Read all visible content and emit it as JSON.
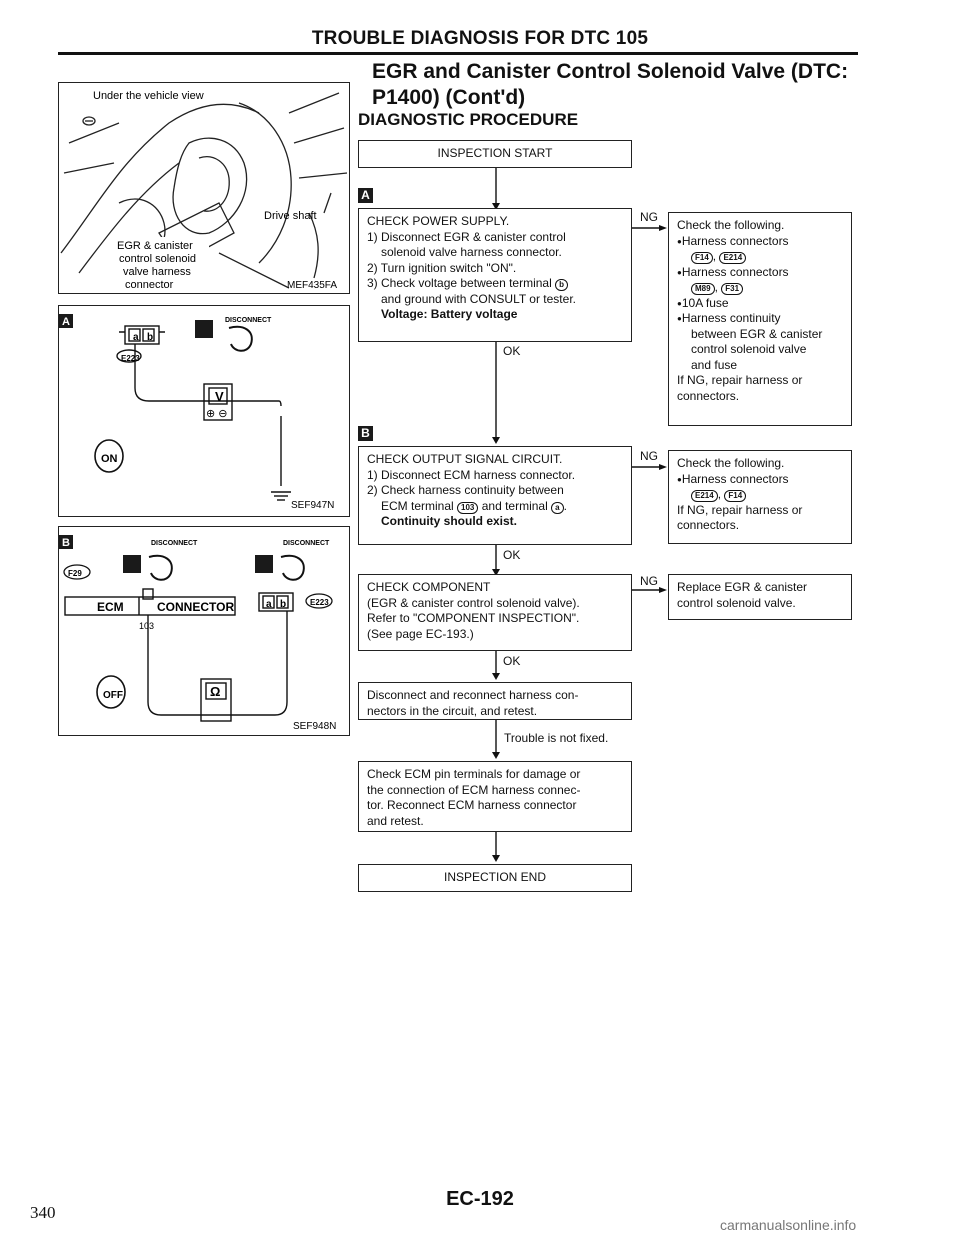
{
  "header": {
    "title": "TROUBLE DIAGNOSIS FOR DTC 105"
  },
  "section": {
    "title_line1": "EGR and Canister Control Solenoid Valve (DTC:",
    "title_line2": "P1400) (Cont'd)",
    "subtitle": "DIAGNOSTIC PROCEDURE"
  },
  "figures": {
    "fig1": {
      "caption": "Under the vehicle view",
      "drive_shaft": "Drive shaft",
      "l1": "EGR & canister",
      "l2": "control solenoid",
      "l3": "valve harness",
      "l4": "connector",
      "code": "MEF435FA"
    },
    "fig2": {
      "tag": "A",
      "connector": "E223",
      "disconnect": "DISCONNECT",
      "meter": "V",
      "code": "SEF947N"
    },
    "fig3": {
      "tag": "B",
      "connector_left": "F29",
      "connector_right": "E223",
      "disconnect1": "DISCONNECT",
      "disconnect2": "DISCONNECT",
      "ecm": "ECM",
      "connector_label": "CONNECTOR",
      "terminal": "103",
      "meter": "Ω",
      "code": "SEF948N"
    }
  },
  "flow": {
    "start": "INSPECTION START",
    "tag_a": "A",
    "tag_b": "B",
    "step1": {
      "l1": "CHECK POWER SUPPLY.",
      "l2": "1) Disconnect EGR & canister control",
      "l3": "solenoid valve harness connector.",
      "l4": "2) Turn ignition switch \"ON\".",
      "l5": "3) Check voltage between terminal",
      "l5_terminal": "b",
      "l6": "and ground with CONSULT or tester.",
      "l7": "Voltage: Battery voltage"
    },
    "step1_ng": {
      "l1": "Check the following.",
      "l2": "Harness connectors",
      "l3a": "F14",
      "l3b": "E214",
      "l4": "Harness connectors",
      "l5a": "M89",
      "l5b": "F31",
      "l6": "10A fuse",
      "l7": "Harness continuity",
      "l8": "between EGR & canister",
      "l9": "control solenoid valve",
      "l10": "and fuse",
      "l11": "If NG, repair harness or",
      "l12": "connectors."
    },
    "step2": {
      "l1": "CHECK OUTPUT SIGNAL CIRCUIT.",
      "l2": "1) Disconnect ECM harness connector.",
      "l3": "2) Check harness continuity between",
      "l4a": "ECM terminal",
      "l4_term": "103",
      "l4b": "and terminal",
      "l4_term2": "a",
      "l5": "Continuity should exist."
    },
    "step2_ng": {
      "l1": "Check the following.",
      "l2": "Harness connectors",
      "l3a": "E214",
      "l3b": "F14",
      "l4": "If NG, repair harness or",
      "l5": "connectors."
    },
    "step3": {
      "l1": "CHECK COMPONENT",
      "l2": "(EGR & canister control solenoid valve).",
      "l3": "Refer to \"COMPONENT INSPECTION\".",
      "l4": "(See page EC-193.)"
    },
    "step3_ng": {
      "l1": "Replace EGR & canister",
      "l2": "control solenoid valve."
    },
    "step4": {
      "l1": "Disconnect and reconnect harness con-",
      "l2": "nectors in the circuit, and retest."
    },
    "trouble": "Trouble is not fixed.",
    "step5": {
      "l1": "Check ECM pin terminals for damage or",
      "l2": "the connection of ECM harness connec-",
      "l3": "tor. Reconnect ECM harness connector",
      "l4": "and retest."
    },
    "end": "INSPECTION END",
    "ok": "OK",
    "ng": "NG"
  },
  "footer": {
    "code": "EC-192",
    "page": "340",
    "watermark": "carmanualsonline.info"
  }
}
